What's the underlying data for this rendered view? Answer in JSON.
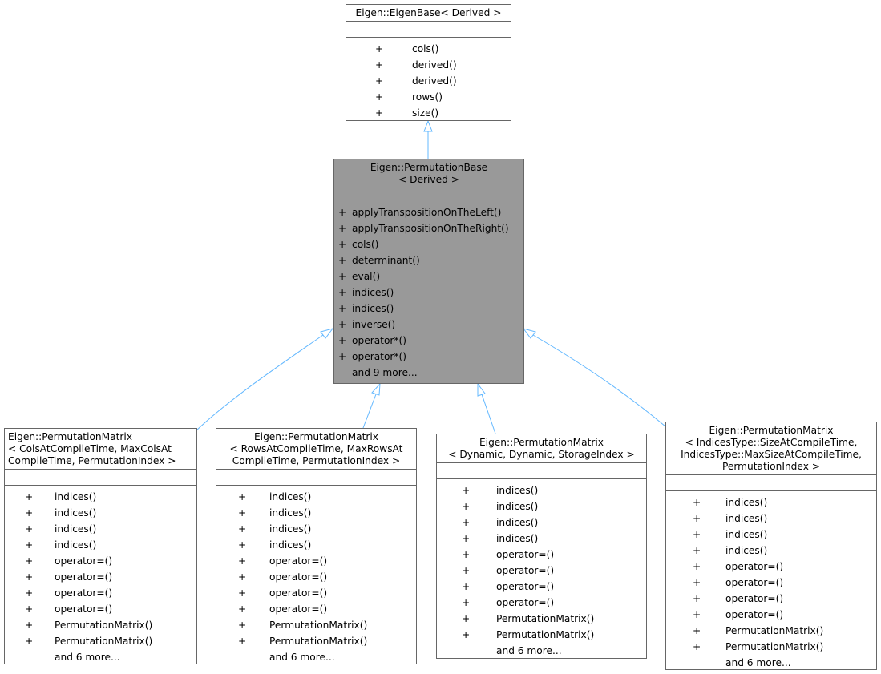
{
  "classes": {
    "eigenbase": {
      "title": "Eigen::EigenBase< Derived >",
      "members": [
        {
          "vis": "+",
          "name": "cols()"
        },
        {
          "vis": "+",
          "name": "derived()"
        },
        {
          "vis": "+",
          "name": "derived()"
        },
        {
          "vis": "+",
          "name": "rows()"
        },
        {
          "vis": "+",
          "name": "size()"
        }
      ]
    },
    "permbase": {
      "title": "Eigen::PermutationBase\n< Derived >",
      "members": [
        {
          "vis": "+",
          "name": "applyTranspositionOnTheLeft()"
        },
        {
          "vis": "+",
          "name": "applyTranspositionOnTheRight()"
        },
        {
          "vis": "+",
          "name": "cols()"
        },
        {
          "vis": "+",
          "name": "determinant()"
        },
        {
          "vis": "+",
          "name": "eval()"
        },
        {
          "vis": "+",
          "name": "indices()"
        },
        {
          "vis": "+",
          "name": "indices()"
        },
        {
          "vis": "+",
          "name": "inverse()"
        },
        {
          "vis": "+",
          "name": "operator*()"
        },
        {
          "vis": "+",
          "name": "operator*()"
        }
      ],
      "more": "and 9 more..."
    },
    "pm_cols": {
      "title": "Eigen::PermutationMatrix\n< ColsAtCompileTime, MaxColsAt\nCompileTime, PermutationIndex >",
      "members": [
        {
          "vis": "+",
          "name": "indices()"
        },
        {
          "vis": "+",
          "name": "indices()"
        },
        {
          "vis": "+",
          "name": "indices()"
        },
        {
          "vis": "+",
          "name": "indices()"
        },
        {
          "vis": "+",
          "name": "operator=()"
        },
        {
          "vis": "+",
          "name": "operator=()"
        },
        {
          "vis": "+",
          "name": "operator=()"
        },
        {
          "vis": "+",
          "name": "operator=()"
        },
        {
          "vis": "+",
          "name": "PermutationMatrix()"
        },
        {
          "vis": "+",
          "name": "PermutationMatrix()"
        }
      ],
      "more": "and 6 more..."
    },
    "pm_rows": {
      "title": "Eigen::PermutationMatrix\n< RowsAtCompileTime, MaxRowsAt\nCompileTime, PermutationIndex >",
      "members": [
        {
          "vis": "+",
          "name": "indices()"
        },
        {
          "vis": "+",
          "name": "indices()"
        },
        {
          "vis": "+",
          "name": "indices()"
        },
        {
          "vis": "+",
          "name": "indices()"
        },
        {
          "vis": "+",
          "name": "operator=()"
        },
        {
          "vis": "+",
          "name": "operator=()"
        },
        {
          "vis": "+",
          "name": "operator=()"
        },
        {
          "vis": "+",
          "name": "operator=()"
        },
        {
          "vis": "+",
          "name": "PermutationMatrix()"
        },
        {
          "vis": "+",
          "name": "PermutationMatrix()"
        }
      ],
      "more": "and 6 more..."
    },
    "pm_dyn": {
      "title": "Eigen::PermutationMatrix\n< Dynamic, Dynamic, StorageIndex >",
      "members": [
        {
          "vis": "+",
          "name": "indices()"
        },
        {
          "vis": "+",
          "name": "indices()"
        },
        {
          "vis": "+",
          "name": "indices()"
        },
        {
          "vis": "+",
          "name": "indices()"
        },
        {
          "vis": "+",
          "name": "operator=()"
        },
        {
          "vis": "+",
          "name": "operator=()"
        },
        {
          "vis": "+",
          "name": "operator=()"
        },
        {
          "vis": "+",
          "name": "operator=()"
        },
        {
          "vis": "+",
          "name": "PermutationMatrix()"
        },
        {
          "vis": "+",
          "name": "PermutationMatrix()"
        }
      ],
      "more": "and 6 more..."
    },
    "pm_idx": {
      "title": "Eigen::PermutationMatrix\n< IndicesType::SizeAtCompileTime,\n IndicesType::MaxSizeAtCompileTime,\n PermutationIndex >",
      "members": [
        {
          "vis": "+",
          "name": "indices()"
        },
        {
          "vis": "+",
          "name": "indices()"
        },
        {
          "vis": "+",
          "name": "indices()"
        },
        {
          "vis": "+",
          "name": "indices()"
        },
        {
          "vis": "+",
          "name": "operator=()"
        },
        {
          "vis": "+",
          "name": "operator=()"
        },
        {
          "vis": "+",
          "name": "operator=()"
        },
        {
          "vis": "+",
          "name": "operator=()"
        },
        {
          "vis": "+",
          "name": "PermutationMatrix()"
        },
        {
          "vis": "+",
          "name": "PermutationMatrix()"
        }
      ],
      "more": "and 6 more..."
    }
  },
  "colors": {
    "edge": "#63b8ff",
    "highlight_box": "#999999",
    "box_border": "#666666"
  }
}
